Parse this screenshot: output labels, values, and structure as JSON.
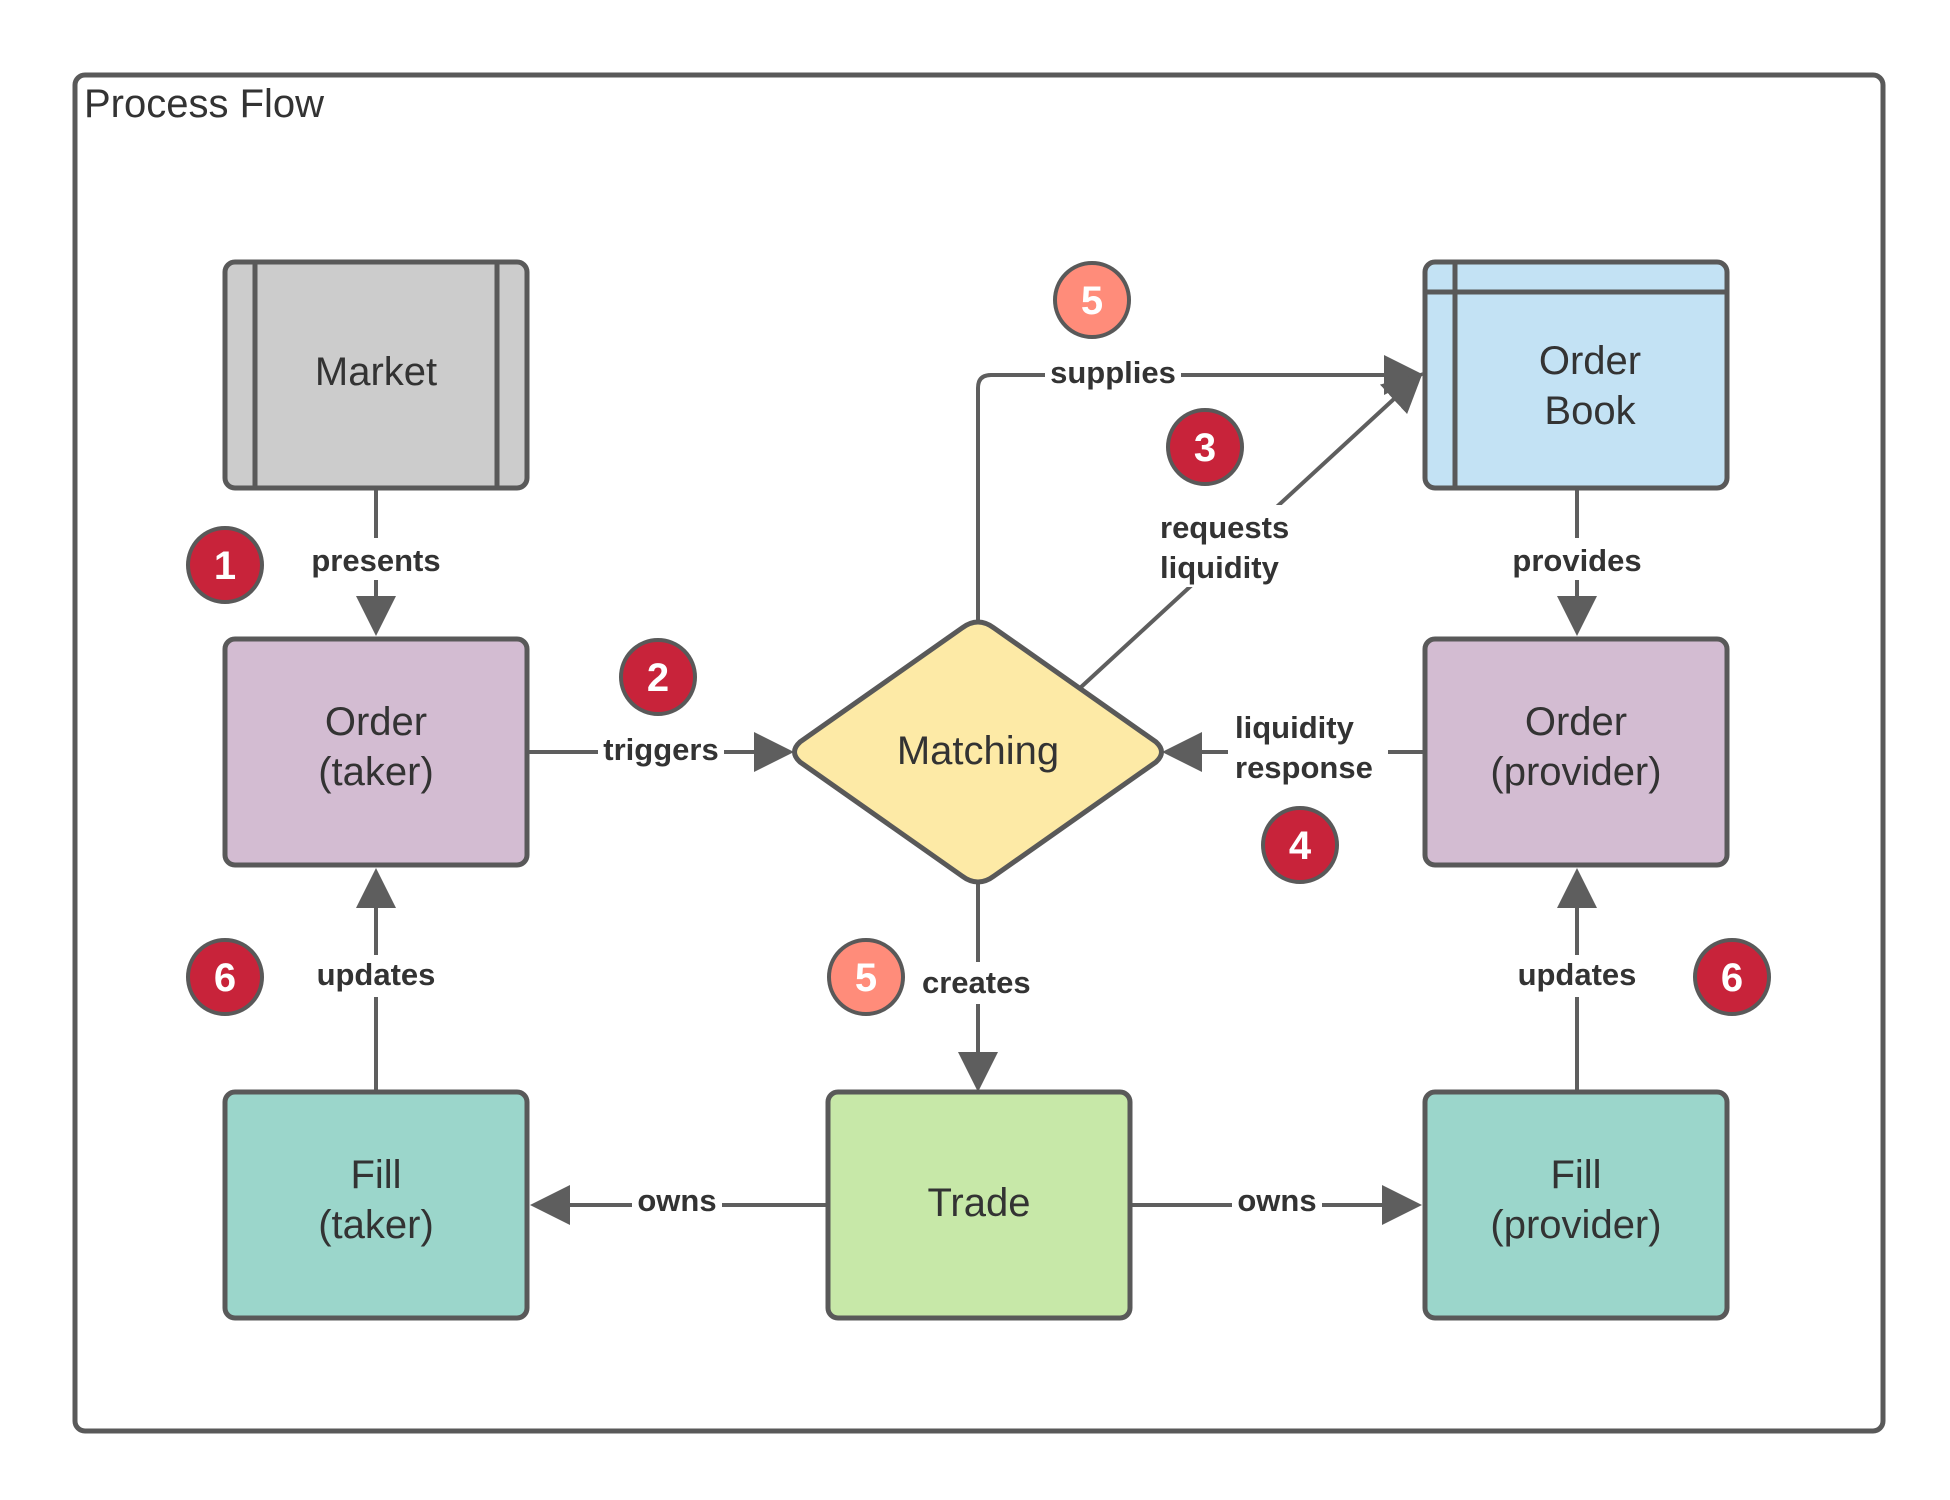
{
  "frame": {
    "title": "Process Flow"
  },
  "colors": {
    "stroke": "#595959",
    "market": "#cccccc",
    "order_book": "#c3e2f4",
    "order": "#d3bcd2",
    "matching": "#fdeaa6",
    "trade": "#c7e8a8",
    "fill": "#9bd6cb",
    "badge_red": "#c8233a",
    "badge_pink": "#ff8c7a"
  },
  "nodes": {
    "market": {
      "lines": [
        "Market"
      ]
    },
    "order_book": {
      "lines": [
        "Order",
        "Book"
      ]
    },
    "order_taker": {
      "lines": [
        "Order",
        "(taker)"
      ]
    },
    "matching": {
      "lines": [
        "Matching"
      ]
    },
    "order_provider": {
      "lines": [
        "Order",
        "(provider)"
      ]
    },
    "fill_taker": {
      "lines": [
        "Fill",
        "(taker)"
      ]
    },
    "trade": {
      "lines": [
        "Trade"
      ]
    },
    "fill_provider": {
      "lines": [
        "Fill",
        "(provider)"
      ]
    }
  },
  "edges": {
    "presents": [
      "presents"
    ],
    "triggers": [
      "triggers"
    ],
    "supplies": [
      "supplies"
    ],
    "requests_liquidity": [
      "requests",
      "liquidity"
    ],
    "provides": [
      "provides"
    ],
    "liquidity_response": [
      "liquidity",
      "response"
    ],
    "creates": [
      "creates"
    ],
    "updates_taker": [
      "updates"
    ],
    "updates_provider": [
      "updates"
    ],
    "owns_taker": [
      "owns"
    ],
    "owns_provider": [
      "owns"
    ]
  },
  "badges": {
    "step_1": "1",
    "step_2": "2",
    "step_3": "3",
    "step_4": "4",
    "step_5_supplies": "5",
    "step_5_creates": "5",
    "step_6_taker": "6",
    "step_6_provider": "6"
  }
}
